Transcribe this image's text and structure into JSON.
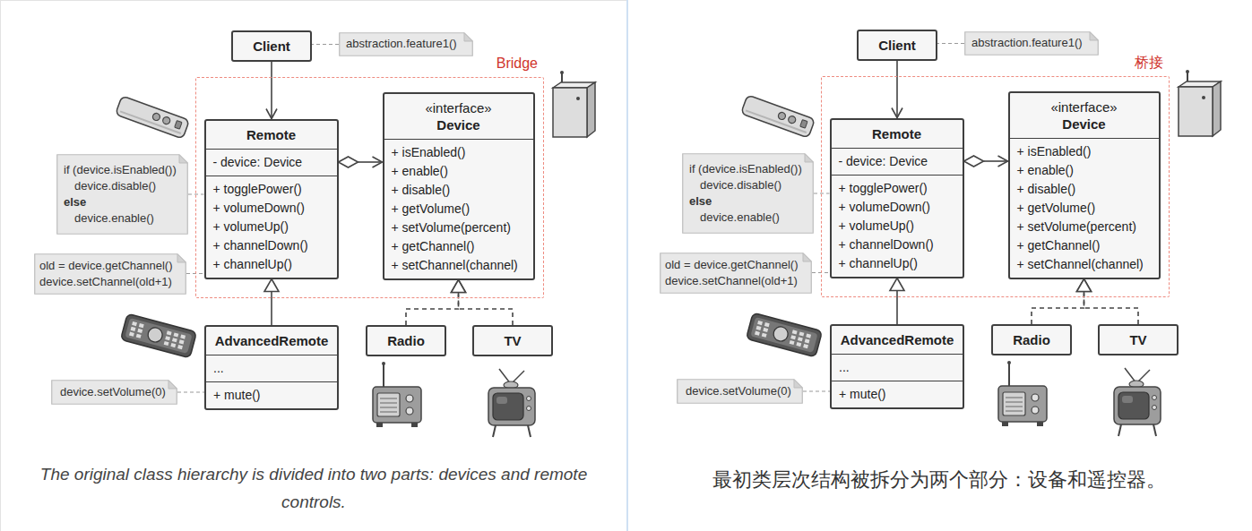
{
  "diagram": {
    "caption": "The original class hierarchy is divided into two parts: devices and remote controls.",
    "nodes": [
      {
        "text": [
          "Client"
        ]
      },
      {
        "text": [
          "abstraction.feature1()"
        ]
      },
      {
        "text": [
          "Bridge"
        ]
      },
      {
        "text": [
          "Remote",
          "- device: Device",
          "+ togglePower()",
          "+ volumeDown()",
          "+ volumeUp()",
          "+ channelDown()",
          "+ channelUp()"
        ],
        "in": 2
      },
      {
        "text": [
          "«interface»",
          "Device",
          "+ isEnabled()",
          "+ enable()",
          "+ disable()",
          "+ getVolume()",
          "+ setVolume(percent)",
          "+ getChannel()",
          "+ setChannel(channel)"
        ],
        "in": 2
      },
      {
        "text": [
          "if (device.isEnabled())",
          "device.disable()",
          "else",
          "device.enable()"
        ]
      },
      {
        "text": [
          "old = device.getChannel()",
          "device.setChannel(old+1)"
        ]
      },
      {
        "text": [
          "AdvancedRemote",
          "...",
          "+ mute()"
        ]
      },
      {
        "text": [
          "device.setVolume(0)"
        ]
      },
      {
        "text": [
          "Radio"
        ]
      },
      {
        "text": [
          "TV"
        ]
      },
      {
        "text": [
          "Client"
        ]
      },
      {
        "text": [
          "abstraction.feature1()"
        ]
      },
      {
        "text": [
          "桥接"
        ]
      },
      {
        "text": [
          "Remote",
          "- device: Device",
          "+ togglePower()",
          "+ volumeDown()",
          "+ volumeUp()",
          "+ channelDown()",
          "+ channelUp()"
        ],
        "in": 13
      },
      {
        "text": [
          "«interface»",
          "Device",
          "+ isEnabled()",
          "+ enable()",
          "+ disable()",
          "+ getVolume()",
          "+ setVolume(percent)",
          "+ getChannel()",
          "+ setChannel(channel)"
        ],
        "in": 13
      },
      {
        "text": [
          "if (device.isEnabled())",
          "device.disable()",
          "else",
          "device.enable()"
        ]
      },
      {
        "text": [
          "old = device.getChannel()",
          "device.setChannel(old+1)"
        ]
      },
      {
        "text": [
          "AdvancedRemote",
          "...",
          "+ mute()"
        ]
      },
      {
        "text": [
          "device.setVolume(0)"
        ]
      },
      {
        "text": [
          "Radio"
        ]
      },
      {
        "text": [
          "TV"
        ]
      }
    ],
    "edges": [
      {
        "from": 0,
        "to": 3,
        "arrow": "to"
      },
      {
        "from": 3,
        "to": 4,
        "arrow": "both"
      },
      {
        "from": 7,
        "to": 3,
        "arrow": "to"
      },
      {
        "from": 9,
        "to": 4,
        "arrow": "to"
      },
      {
        "from": 10,
        "to": 4,
        "arrow": "to"
      },
      {
        "from": 1,
        "to": 0,
        "arrow": "none"
      },
      {
        "from": 5,
        "to": 3,
        "arrow": "none"
      },
      {
        "from": 6,
        "to": 3,
        "arrow": "none"
      },
      {
        "from": 8,
        "to": 7,
        "arrow": "none"
      },
      {
        "from": 11,
        "to": 14,
        "arrow": "to"
      },
      {
        "from": 14,
        "to": 15,
        "arrow": "both"
      },
      {
        "from": 18,
        "to": 14,
        "arrow": "to"
      },
      {
        "from": 20,
        "to": 15,
        "arrow": "to"
      },
      {
        "from": 21,
        "to": 15,
        "arrow": "to"
      },
      {
        "from": 12,
        "to": 11,
        "arrow": "none"
      },
      {
        "from": 16,
        "to": 14,
        "arrow": "none"
      },
      {
        "from": 17,
        "to": 14,
        "arrow": "none"
      },
      {
        "from": 19,
        "to": 18,
        "arrow": "none"
      }
    ],
    "labels": [
      "最初类层次结构被拆分为两个部分：设备和遥控器。"
    ]
  }
}
